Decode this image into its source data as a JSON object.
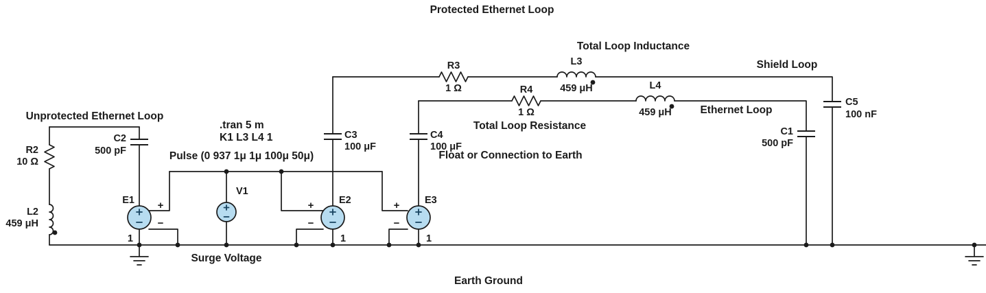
{
  "title": "Protected Ethernet Loop",
  "annotations": {
    "unprotected_loop": "Unprotected Ethernet Loop",
    "total_loop_inductance": "Total Loop Inductance",
    "shield_loop": "Shield Loop",
    "ethernet_loop": "Ethernet Loop",
    "total_loop_resistance": "Total Loop Resistance",
    "float_or_earth": "Float or Connection to Earth",
    "surge_voltage": "Surge Voltage",
    "earth_ground": "Earth Ground"
  },
  "directives": {
    "tran": ".tran 5 m",
    "coupling": "K1 L3 L4 1",
    "pulse": "Pulse (0 937 1μ 1μ 100μ 50μ)"
  },
  "components": {
    "r2": {
      "label": "R2",
      "value": "10 Ω"
    },
    "l2": {
      "label": "L2",
      "value": "459 μH"
    },
    "c2": {
      "label": "C2",
      "value": "500 pF"
    },
    "e1": {
      "label": "E1",
      "node": "1"
    },
    "v1": {
      "label": "V1"
    },
    "e2": {
      "label": "E2",
      "node": "1"
    },
    "e3": {
      "label": "E3",
      "node": "1"
    },
    "c3": {
      "label": "C3",
      "value": "100 μF"
    },
    "c4": {
      "label": "C4",
      "value": "100 μF"
    },
    "r3": {
      "label": "R3",
      "value": "1 Ω"
    },
    "l3": {
      "label": "L3",
      "value": "459 μH"
    },
    "r4": {
      "label": "R4",
      "value": "1 Ω"
    },
    "l4": {
      "label": "L4",
      "value": "459 μH"
    },
    "c1": {
      "label": "C1",
      "value": "500 pF"
    },
    "c5": {
      "label": "C5",
      "value": "100 nF"
    }
  },
  "symbols": {
    "plus": "+",
    "minus": "−"
  },
  "colors": {
    "wire": "#1b1b1b",
    "source_fill": "#b7dcf0",
    "background": "#ffffff"
  }
}
